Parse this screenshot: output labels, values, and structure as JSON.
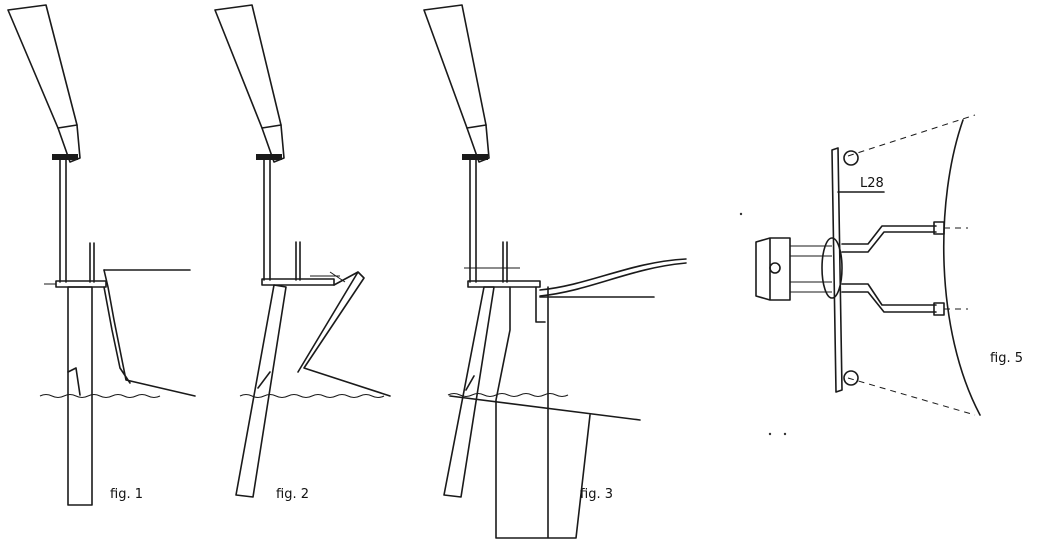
{
  "figures": [
    {
      "label": "fig. 1"
    },
    {
      "label": "fig. 2"
    },
    {
      "label": "fig. 3"
    },
    {
      "label": "fig. 5"
    }
  ],
  "annotations": {
    "fig5_part_label": "L28"
  }
}
